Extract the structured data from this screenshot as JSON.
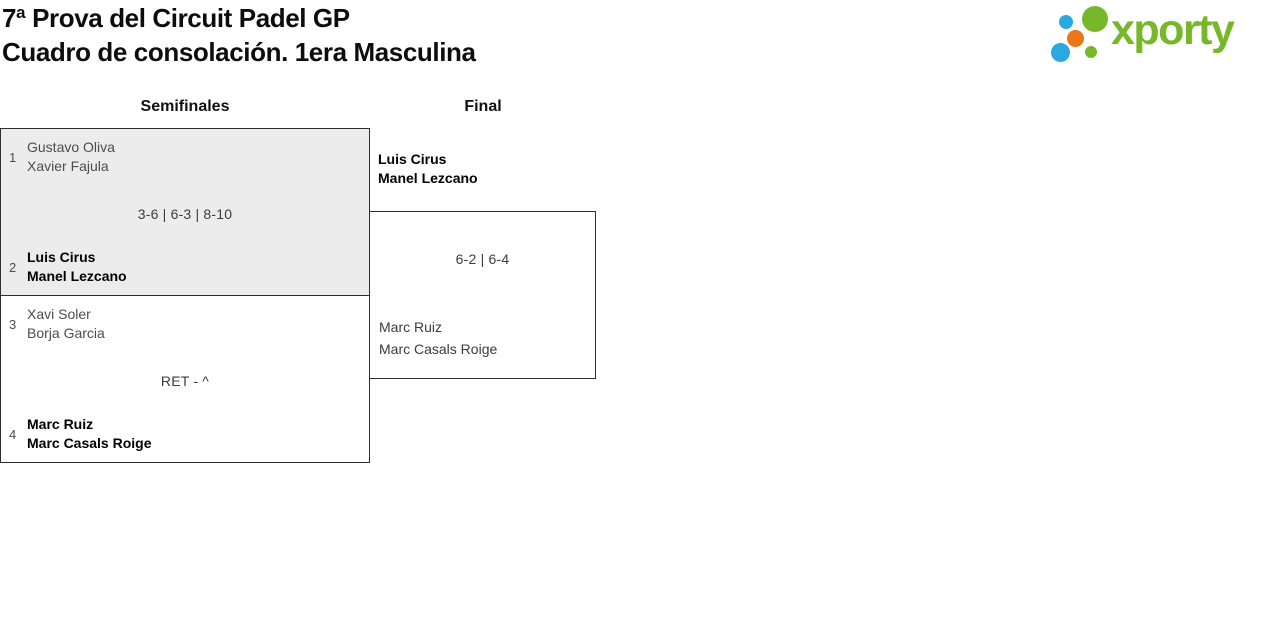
{
  "header": {
    "title": "7ª Prova del Circuit Padel GP",
    "subtitle": "Cuadro de consolación. 1era Masculina"
  },
  "logo": {
    "text": "xporty",
    "green": "#77b82a",
    "blue": "#29a9e0",
    "orange": "#e87817"
  },
  "colors": {
    "box_border": "#2e2e2e",
    "highlighted_match_bg": "#ececec",
    "muted_text": "#4d4d4d",
    "winner_text": "#000000"
  },
  "rounds": {
    "semifinals": {
      "label": "Semifinales",
      "matches": [
        {
          "score": "3-6 | 6-3 | 8-10",
          "teams": [
            {
              "seed": "1",
              "players": [
                "Gustavo Oliva",
                "Xavier Fajula"
              ],
              "winner": false
            },
            {
              "seed": "2",
              "players": [
                "Luis Cirus",
                "Manel Lezcano"
              ],
              "winner": true
            }
          ]
        },
        {
          "score": "RET - ^",
          "teams": [
            {
              "seed": "3",
              "players": [
                "Xavi Soler",
                "Borja Garcia"
              ],
              "winner": false
            },
            {
              "seed": "4",
              "players": [
                "Marc Ruiz",
                "Marc Casals Roige"
              ],
              "winner": true
            }
          ]
        }
      ]
    },
    "final": {
      "label": "Final",
      "matches": [
        {
          "score": "6-2 | 6-4",
          "teams": [
            {
              "players": [
                "Luis Cirus",
                "Manel Lezcano"
              ],
              "winner": true
            },
            {
              "players": [
                "Marc Ruiz",
                "Marc Casals Roige"
              ],
              "winner": false
            }
          ]
        }
      ]
    }
  }
}
